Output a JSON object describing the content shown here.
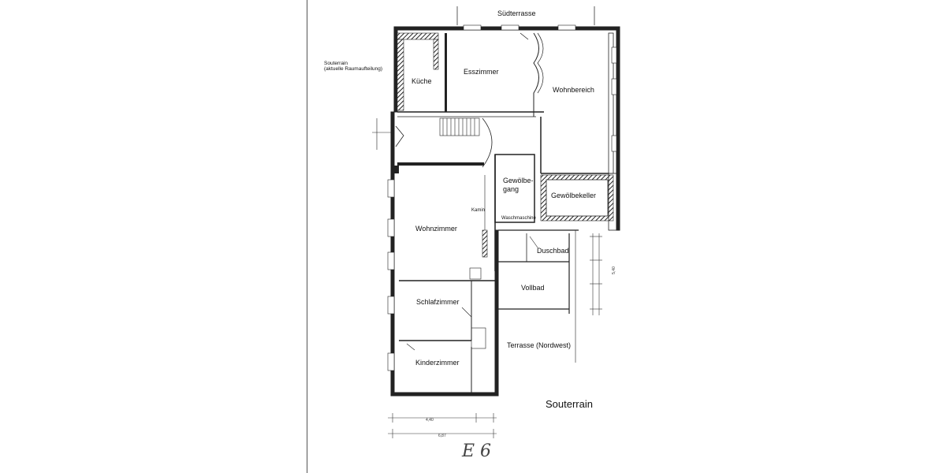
{
  "title": "Souterrain",
  "note": {
    "line1": "Souterrain",
    "line2": "(aktuelle Raumaufteilung)"
  },
  "terrace_top": "Südterrasse",
  "rooms": {
    "kueche": "Küche",
    "esszimmer": "Esszimmer",
    "wohnbereich": "Wohnbereich",
    "gewoelbegang": "Gewölbe-gang",
    "gewoelbegang_l1": "Gewölbe-",
    "gewoelbegang_l2": "gang",
    "gewoelbekeller": "Gewölbekeller",
    "wohnzimmer": "Wohnzimmer",
    "kamin": "Kamin",
    "waschmaschine": "Waschmaschine",
    "duschbad": "Duschbad",
    "vollbad": "Vollbad",
    "schlafzimmer": "Schlafzimmer",
    "kinderzimmer": "Kinderzimmer",
    "terrasse_nw": "Terrasse (Nordwest)"
  },
  "dimensions": {
    "d1": "4,40",
    "d2": "6,87",
    "d3": "5,40"
  },
  "handwritten": "E 6"
}
